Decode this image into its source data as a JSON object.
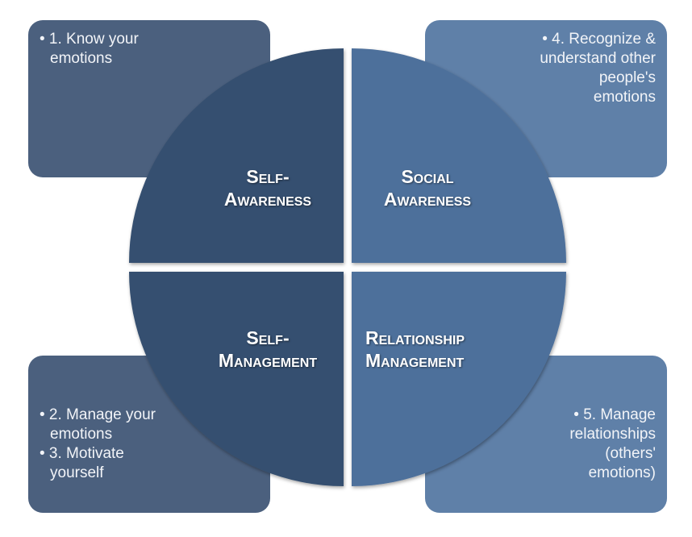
{
  "quadrants": {
    "self_awareness": {
      "line1": "Self-",
      "line2": "Awareness"
    },
    "social_awareness": {
      "line1": "Social",
      "line2": "Awareness"
    },
    "self_management": {
      "line1": "Self-",
      "line2": "Management"
    },
    "relationship_management": {
      "line1": "Relationship",
      "line2": "Management"
    }
  },
  "boxes": {
    "top_left": [
      "• 1. Know your",
      "emotions"
    ],
    "top_right": [
      "• 4. Recognize &",
      "understand other",
      "people's",
      "emotions"
    ],
    "bottom_left": [
      "• 2. Manage your",
      "emotions",
      "• 3. Motivate",
      "yourself"
    ],
    "bottom_right": [
      "• 5. Manage",
      "relationships",
      "(others'",
      "emotions)"
    ]
  },
  "colors": {
    "dark": "#36506f",
    "medium": "#4d6f9b",
    "box_dark": "#4b607e",
    "box_light": "#5f80a8"
  }
}
